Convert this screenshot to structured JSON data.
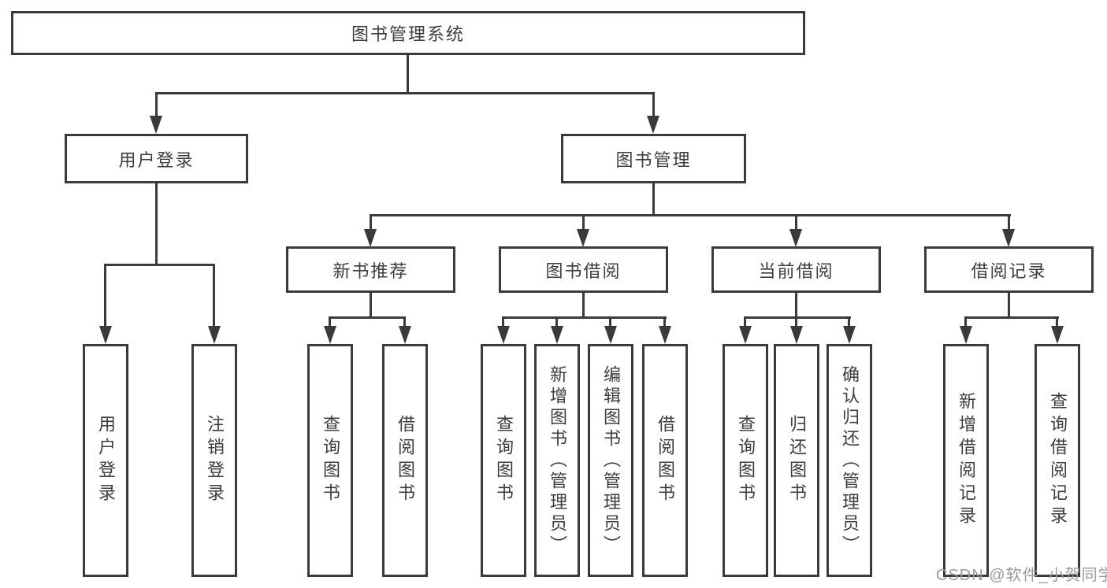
{
  "diagram": {
    "type": "tree",
    "title": "图书管理系统",
    "watermark": "CSDN @软件_小贺同学",
    "colors": {
      "background": "#ffffff",
      "box_fill": "#ffffff",
      "box_border": "#3a3a3a",
      "line": "#3a3a3a",
      "text": "#3d3d3d",
      "watermark": "#9b9b9b"
    },
    "nodes": {
      "root": {
        "label": "图书管理系统",
        "children": [
          "user_login",
          "book_mgmt"
        ]
      },
      "user_login": {
        "label": "用户登录",
        "children": [
          "login",
          "logout"
        ]
      },
      "book_mgmt": {
        "label": "图书管理",
        "children": [
          "new_book_rec",
          "book_borrow",
          "current_borrow",
          "borrow_records"
        ]
      },
      "new_book_rec": {
        "label": "新书推荐",
        "children": [
          "nb_query",
          "nb_borrow"
        ]
      },
      "book_borrow": {
        "label": "图书借阅",
        "children": [
          "bb_query",
          "bb_add",
          "bb_edit",
          "bb_borrow"
        ]
      },
      "current_borrow": {
        "label": "当前借阅",
        "children": [
          "cb_query",
          "cb_return",
          "cb_confirm"
        ]
      },
      "borrow_records": {
        "label": "借阅记录",
        "children": [
          "br_add",
          "br_query"
        ]
      },
      "login": {
        "label": "用户登录"
      },
      "logout": {
        "label": "注销登录"
      },
      "nb_query": {
        "label": "查询图书"
      },
      "nb_borrow": {
        "label": "借阅图书"
      },
      "bb_query": {
        "label": "查询图书"
      },
      "bb_add": {
        "label": "新增图书（管理员）"
      },
      "bb_edit": {
        "label": "编辑图书（管理员）"
      },
      "bb_borrow": {
        "label": "借阅图书"
      },
      "cb_query": {
        "label": "查询图书"
      },
      "cb_return": {
        "label": "归还图书"
      },
      "cb_confirm": {
        "label": "确认归还（管理员）"
      },
      "br_add": {
        "label": "新增借阅记录"
      },
      "br_query": {
        "label": "查询借阅记录"
      }
    }
  }
}
